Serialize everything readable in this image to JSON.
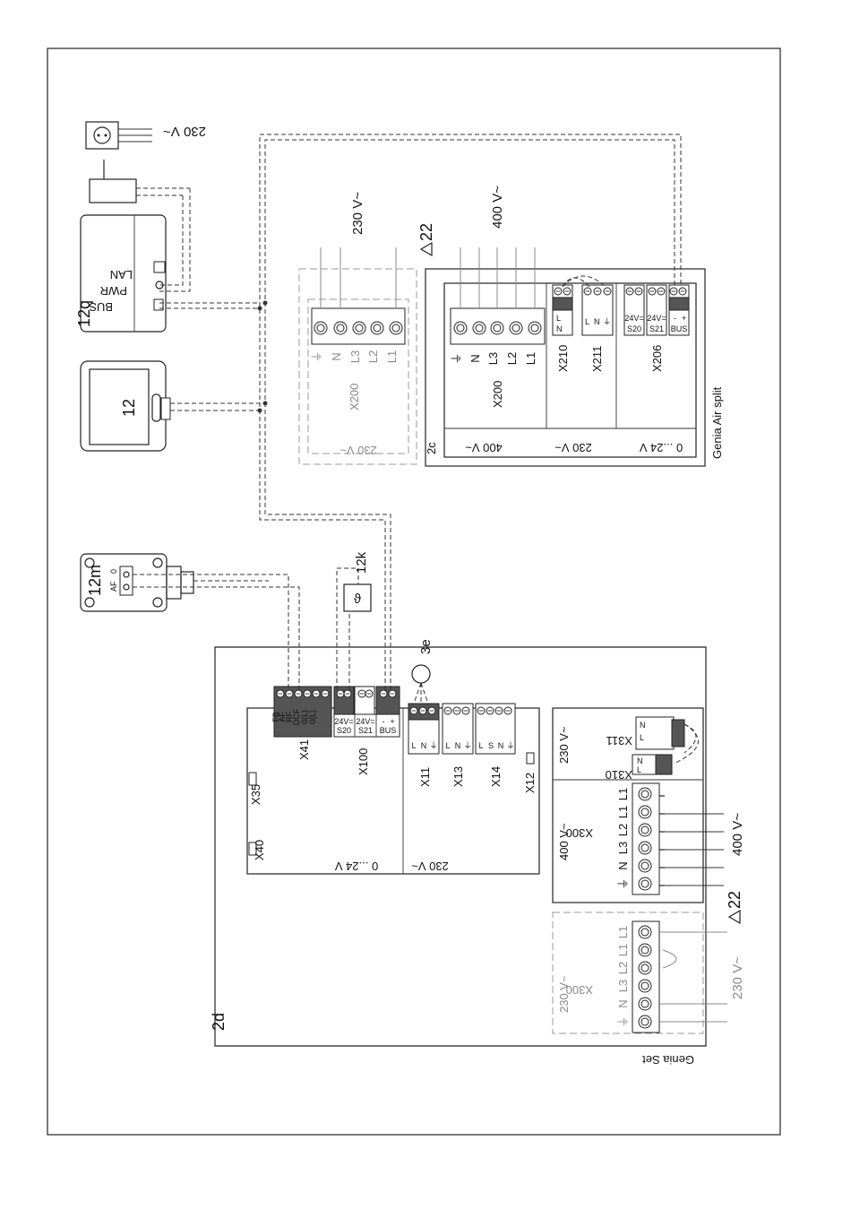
{
  "boards": {
    "set": {
      "id": "2d",
      "title": "Genia Set",
      "low_voltage": "0 ...24 V",
      "mains": "230 V~",
      "pump": "3e",
      "room_stat": "12k",
      "connectors": {
        "x41": "X41",
        "x41_pins": [
          "FB",
          "AF",
          "RF",
          "DCF",
          "0(L)",
          "0(L)"
        ],
        "x100": "X100",
        "x100_pins": [
          "24V=",
          "S20",
          "24V=",
          "S21",
          "BUS"
        ],
        "x11": "X11",
        "x13": "X13",
        "x14": "X14",
        "x12": "X12",
        "x35": "X35",
        "x40": "X40"
      },
      "power": {
        "mains1": "230 V~",
        "x311": "X311",
        "x310": "X310",
        "tp": "400 V~",
        "x300": "X300",
        "supply": "400 V~",
        "warn": "22",
        "alt": "230 V~",
        "alt_x300": "X300",
        "alt_supply": "230 V~"
      }
    },
    "split": {
      "id": "2c",
      "title": "Genia Air split",
      "tp": "400 V~",
      "mains": "230 V~",
      "low_voltage": "0 ...24 V",
      "x200": "X200",
      "x200_pins": [
        "⏚",
        "N",
        "L3",
        "L2",
        "L1"
      ],
      "x210": "X210",
      "x211": "X211",
      "x206": "X206",
      "x206_pins": [
        "24V=",
        "S20",
        "24V=",
        "S21",
        "BUS"
      ],
      "supply": "400 V~"
    },
    "alt_split": {
      "x200": "X200",
      "mains": "230 V~",
      "x200_pins": [
        "⏚",
        "N",
        "L3",
        "L2",
        "L1"
      ],
      "supply": "230 V~",
      "warn": "22"
    }
  },
  "devices": {
    "sensor": {
      "id": "12m",
      "label": "AF",
      "pin": "0"
    },
    "controller": {
      "id": "12"
    },
    "gateway": {
      "id": "12q",
      "bus": "BUS",
      "pwr": "PWR",
      "lan": "LAN"
    },
    "adapter": "230 V~"
  },
  "pin_labels": {
    "lne": [
      "L",
      "N",
      "⏚"
    ],
    "lsne": [
      "L",
      "S",
      "N",
      "⏚"
    ],
    "ln": [
      "L",
      "N"
    ],
    "nl": [
      "N",
      "L"
    ],
    "x300": [
      "⏚",
      "N",
      "L3",
      "L2",
      "L1",
      "L1"
    ],
    "bus": [
      "-",
      "+"
    ]
  }
}
